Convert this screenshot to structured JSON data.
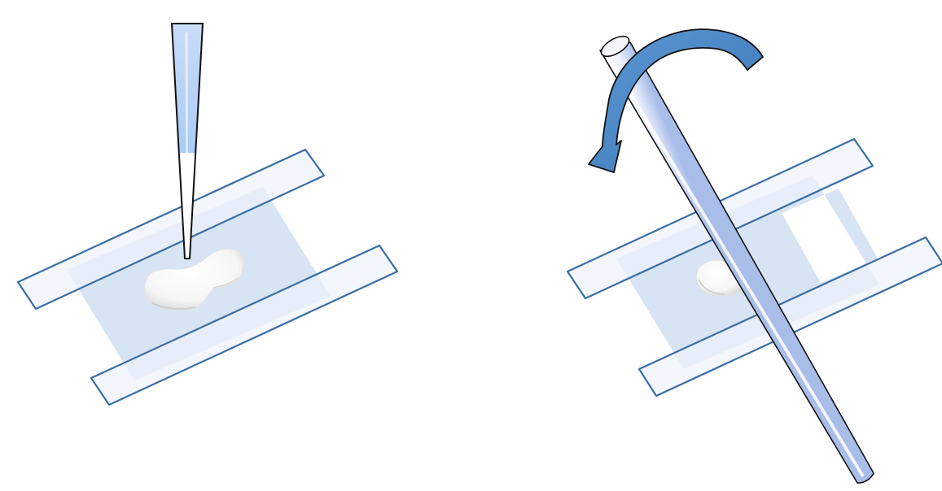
{
  "diagram": {
    "panels": [
      {
        "id": "left",
        "elements": [
          "pipette-tip",
          "membrane-sheet",
          "tape-strip-upper",
          "tape-strip-lower",
          "tissue-sample"
        ]
      },
      {
        "id": "right",
        "elements": [
          "rolling-rod",
          "rotation-arrow",
          "membrane-sheet",
          "tape-strip-upper",
          "tape-strip-lower",
          "tissue-sample"
        ]
      }
    ],
    "colors": {
      "stroke_blue": "#3a6ea5",
      "tape_fill": "#eef2fb",
      "membrane_fill": "#d4e3f3",
      "arrow_fill": "#4a86c5",
      "rod_highlight": "#ffffff",
      "rod_shadow": "#b9c8ee",
      "pipette_liquid": "#aacbf5",
      "tissue_fill": "#ffffff",
      "outline": "#111111"
    }
  }
}
